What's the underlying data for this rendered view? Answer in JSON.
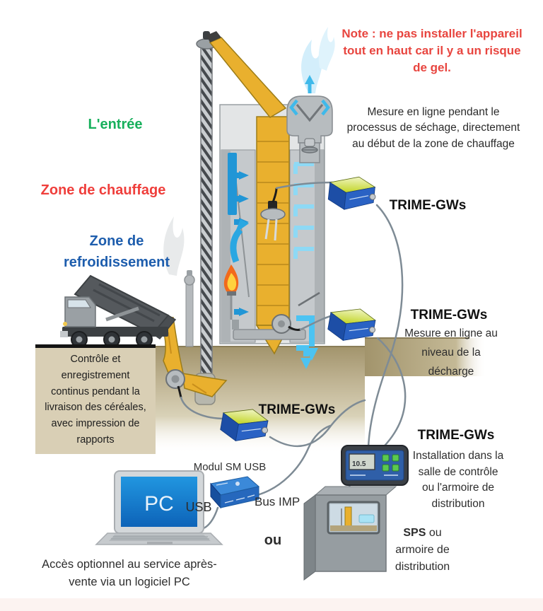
{
  "note_lines": [
    "Note : ne pas installer l'appareil",
    "tout en haut car il y a un risque",
    "de gel."
  ],
  "zones": {
    "entree": "L'entrée",
    "chauffage": "Zone de chauffage",
    "refroidissement_lines": [
      "Zone de",
      "refroidissement"
    ]
  },
  "trime_label": "TRIME-GWs",
  "annotations": {
    "sechage_lines": [
      "Mesure en ligne pendant le",
      "processus de séchage, directement",
      "au début de la zone de chauffage"
    ],
    "decharge_lines": [
      "Mesure en ligne au",
      "niveau de la",
      "décharge"
    ],
    "controle_lines": [
      "Contrôle et",
      "enregistrement",
      "continus pendant la",
      "livraison des céréales,",
      "avec impression de",
      "rapports"
    ],
    "installation_lines": [
      "Installation dans la",
      "salle de contrôle",
      "ou l'armoire de",
      "distribution"
    ],
    "acces_lines": [
      "Accès optionnel au service après-",
      "vente via un logiciel PC"
    ]
  },
  "devices": {
    "pc": "PC",
    "modul": "Modul SM USB",
    "usb": "USB",
    "bus_imp": "Bus IMP",
    "ou": "ou",
    "display_value": "10.5",
    "sps_bold": "SPS",
    "sps_after": " ou",
    "sps_lines": [
      "armoire de",
      "distribution"
    ]
  },
  "colors": {
    "note_red": "#e8453f",
    "entree_green": "#17b05c",
    "chauffage_red": "#ef3e3b",
    "refroidissement_blue": "#1d5dad",
    "sensor_blue": "#2a62c4",
    "sensor_stripe": "#c3d62a",
    "airflow_cyan": "#45c3f0",
    "grain_yellow": "#e9b02e",
    "ground_tan": "#b3a47c"
  }
}
